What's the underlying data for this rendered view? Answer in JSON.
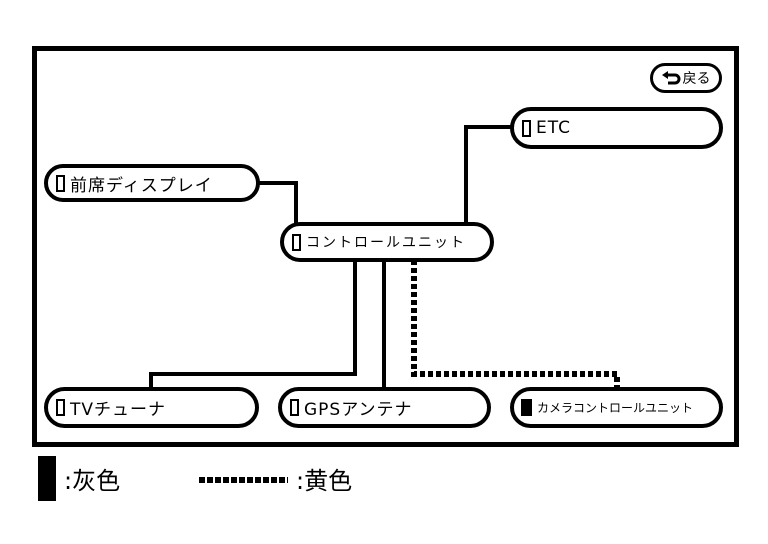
{
  "diagram": {
    "back_button": {
      "label": "戻る",
      "icon": "return-arrow-icon"
    },
    "nodes": {
      "front_display": {
        "label": "前席ディスプレイ",
        "indicator": "outline"
      },
      "etc": {
        "label": "ETC",
        "indicator": "outline"
      },
      "control_unit": {
        "label": "コントロールユニット",
        "indicator": "outline"
      },
      "tv_tuner": {
        "label": "TVチューナ",
        "indicator": "outline"
      },
      "gps_antenna": {
        "label": "GPSアンテナ",
        "indicator": "outline"
      },
      "camera_control_unit": {
        "label": "カメラコントロールユニット",
        "indicator": "filled"
      }
    },
    "connections": [
      {
        "from": "control_unit",
        "to": "front_display",
        "style": "solid"
      },
      {
        "from": "control_unit",
        "to": "etc",
        "style": "solid"
      },
      {
        "from": "control_unit",
        "to": "tv_tuner",
        "style": "solid"
      },
      {
        "from": "control_unit",
        "to": "gps_antenna",
        "style": "solid"
      },
      {
        "from": "control_unit",
        "to": "camera_control_unit",
        "style": "dotted"
      }
    ]
  },
  "legend": {
    "gray_label": ":灰色",
    "yellow_label": ":黄色"
  },
  "colors": {
    "line": "#000000",
    "background": "#ffffff"
  }
}
